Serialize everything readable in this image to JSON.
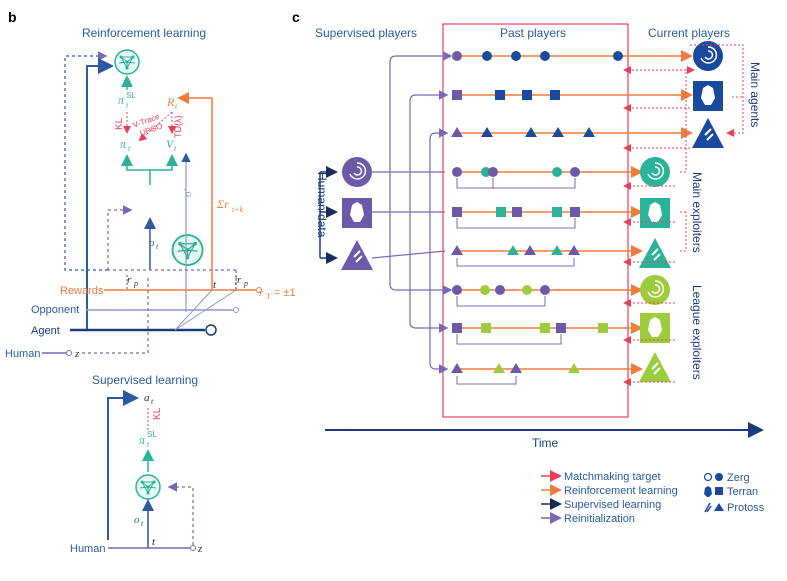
{
  "panel_b": {
    "label": "b",
    "rl_title": "Reinforcement learning",
    "sl_title": "Supervised learning",
    "pi_sl": "π",
    "pi_sl_sub": "t",
    "pi_sl_sup": "SL",
    "r_t": "R",
    "r_t_sub": "t",
    "kl": "KL",
    "vtrace": "V-Trace",
    "upgo": "UPGO",
    "td": "TD(λ)",
    "pi_t": "π",
    "pi_t_sub": "t",
    "v_t": "V",
    "v_t_sub": "t",
    "o_prime": "o′",
    "o_prime_sub": "t",
    "sum_r": "Σr",
    "sum_r_sub": "t+k",
    "o_t": "o",
    "o_t_sub": "t",
    "r_p1": "r",
    "r_p1_sub": "p",
    "r_p2": "r",
    "r_p2_sub": "p",
    "rewards": "Rewards",
    "t_label": "t",
    "r_T": "r",
    "r_T_sub": "T",
    "r_T_val": "= ±1",
    "opponent": "Opponent",
    "agent": "Agent",
    "human": "Human",
    "z": "z",
    "a_t": "a",
    "a_t_sub": "t",
    "kl2": "KL",
    "pi_sl2": "π",
    "pi_sl2_sub": "t",
    "pi_sl2_sup": "SL",
    "o_t2": "o",
    "o_t2_sub": "t",
    "t2": "t",
    "human2": "Human",
    "z2": "z"
  },
  "panel_c": {
    "label": "c",
    "supervised_players": "Supervised players",
    "past_players": "Past players",
    "current_players": "Current players",
    "human_data": "Human data",
    "main_agents": "Main agents",
    "main_exploiters": "Main exploiters",
    "league_exploiters": "League exploiters",
    "time": "Time"
  },
  "legend": {
    "items": [
      {
        "label": "Matchmaking target",
        "color": "#e8405a"
      },
      {
        "label": "Reinforcement learning",
        "color": "#f07b3c"
      },
      {
        "label": "Supervised learning",
        "color": "#1a2a5a"
      },
      {
        "label": "Reinitialization",
        "color": "#7a68b4"
      }
    ],
    "races": [
      {
        "label": "Zerg"
      },
      {
        "label": "Terran"
      },
      {
        "label": "Protoss"
      }
    ]
  },
  "colors": {
    "blue": "#2c5a9e",
    "teal": "#2bb39a",
    "orange": "#f07b3c",
    "red": "#e8405a",
    "purple": "#7a68b4",
    "green": "#9ccc3c",
    "navy": "#1a3a80"
  }
}
